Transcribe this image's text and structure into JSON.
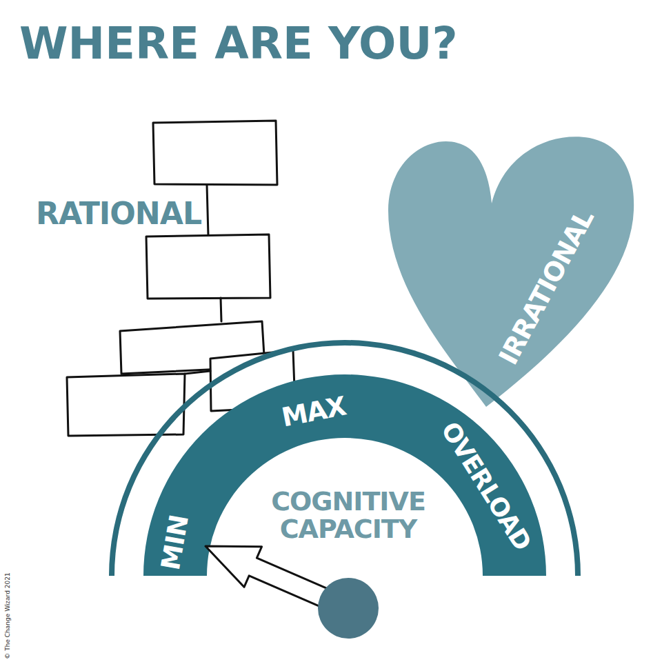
{
  "diagram": {
    "title": "WHERE ARE YOU?",
    "nodes": [
      {
        "text": [
          "IRRATIONAL"
        ]
      },
      {
        "text": [
          "MIN",
          "MAX",
          "OVERLOAD",
          "COGNITIVE CAPACITY"
        ]
      }
    ],
    "labels": [
      "RATIONAL",
      "© The Change Wizard 2021"
    ]
  }
}
